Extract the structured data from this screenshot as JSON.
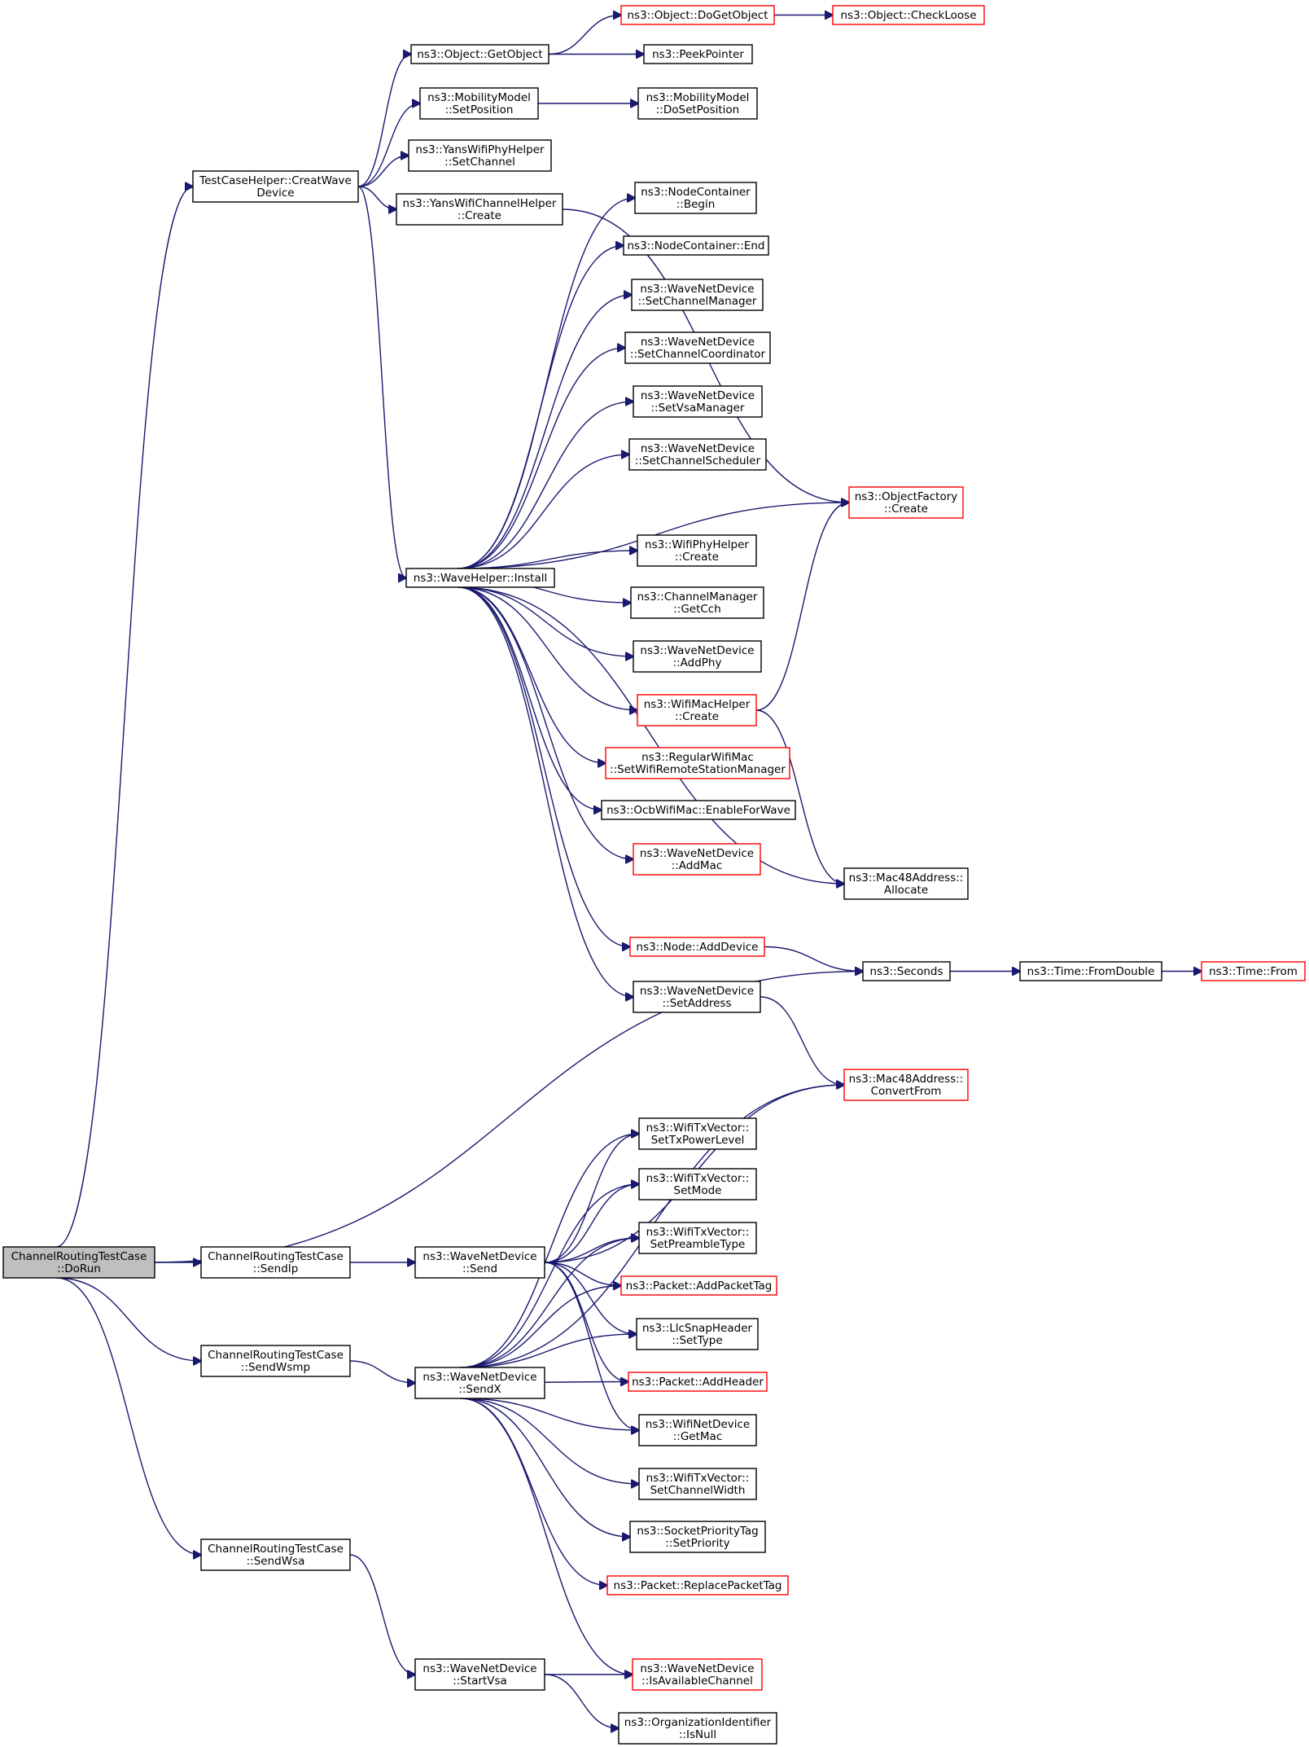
{
  "nodes": [
    {
      "id": "dorun",
      "lines": [
        "ChannelRoutingTestCase",
        "::DoRun"
      ],
      "style": "root"
    },
    {
      "id": "creatwave",
      "lines": [
        "TestCaseHelper::CreatWave",
        "Device"
      ],
      "style": "normal"
    },
    {
      "id": "getobject",
      "lines": [
        "ns3::Object::GetObject"
      ],
      "style": "normal"
    },
    {
      "id": "dogetobject",
      "lines": [
        "ns3::Object::DoGetObject"
      ],
      "style": "red"
    },
    {
      "id": "checkloose",
      "lines": [
        "ns3::Object::CheckLoose"
      ],
      "style": "red"
    },
    {
      "id": "peekpointer",
      "lines": [
        "ns3::PeekPointer"
      ],
      "style": "normal"
    },
    {
      "id": "setposition",
      "lines": [
        "ns3::MobilityModel",
        "::SetPosition"
      ],
      "style": "normal"
    },
    {
      "id": "dosetposition",
      "lines": [
        "ns3::MobilityModel",
        "::DoSetPosition"
      ],
      "style": "normal"
    },
    {
      "id": "yanssetchannel",
      "lines": [
        "ns3::YansWifiPhyHelper",
        "::SetChannel"
      ],
      "style": "normal"
    },
    {
      "id": "yanschannelcreate",
      "lines": [
        "ns3::YansWifiChannelHelper",
        "::Create"
      ],
      "style": "normal"
    },
    {
      "id": "install",
      "lines": [
        "ns3::WaveHelper::Install"
      ],
      "style": "normal"
    },
    {
      "id": "ncbegin",
      "lines": [
        "ns3::NodeContainer",
        "::Begin"
      ],
      "style": "normal"
    },
    {
      "id": "ncend",
      "lines": [
        "ns3::NodeContainer::End"
      ],
      "style": "normal"
    },
    {
      "id": "setchanmgr",
      "lines": [
        "ns3::WaveNetDevice",
        "::SetChannelManager"
      ],
      "style": "normal"
    },
    {
      "id": "setchancoord",
      "lines": [
        "ns3::WaveNetDevice",
        "::SetChannelCoordinator"
      ],
      "style": "normal"
    },
    {
      "id": "setvsamgr",
      "lines": [
        "ns3::WaveNetDevice",
        "::SetVsaManager"
      ],
      "style": "normal"
    },
    {
      "id": "setchansched",
      "lines": [
        "ns3::WaveNetDevice",
        "::SetChannelScheduler"
      ],
      "style": "normal"
    },
    {
      "id": "objfactory",
      "lines": [
        "ns3::ObjectFactory",
        "::Create"
      ],
      "style": "red"
    },
    {
      "id": "wifiphycreate",
      "lines": [
        "ns3::WifiPhyHelper",
        "::Create"
      ],
      "style": "normal"
    },
    {
      "id": "getcch",
      "lines": [
        "ns3::ChannelManager",
        "::GetCch"
      ],
      "style": "normal"
    },
    {
      "id": "addphy",
      "lines": [
        "ns3::WaveNetDevice",
        "::AddPhy"
      ],
      "style": "normal"
    },
    {
      "id": "wifimaccreate",
      "lines": [
        "ns3::WifiMacHelper",
        "::Create"
      ],
      "style": "red"
    },
    {
      "id": "regularwifimac",
      "lines": [
        "ns3::RegularWifiMac",
        "::SetWifiRemoteStationManager"
      ],
      "style": "red"
    },
    {
      "id": "ocbenable",
      "lines": [
        "ns3::OcbWifiMac::EnableForWave"
      ],
      "style": "normal"
    },
    {
      "id": "addmac",
      "lines": [
        "ns3::WaveNetDevice",
        "::AddMac"
      ],
      "style": "red"
    },
    {
      "id": "macallocate",
      "lines": [
        "ns3::Mac48Address::",
        "Allocate"
      ],
      "style": "normal"
    },
    {
      "id": "adddevice",
      "lines": [
        "ns3::Node::AddDevice"
      ],
      "style": "red"
    },
    {
      "id": "seconds",
      "lines": [
        "ns3::Seconds"
      ],
      "style": "normal"
    },
    {
      "id": "fromdouble",
      "lines": [
        "ns3::Time::FromDouble"
      ],
      "style": "normal"
    },
    {
      "id": "timefrom",
      "lines": [
        "ns3::Time::From"
      ],
      "style": "red"
    },
    {
      "id": "setaddress",
      "lines": [
        "ns3::WaveNetDevice",
        "::SetAddress"
      ],
      "style": "normal"
    },
    {
      "id": "convertfrom",
      "lines": [
        "ns3::Mac48Address::",
        "ConvertFrom"
      ],
      "style": "red"
    },
    {
      "id": "settxpower",
      "lines": [
        "ns3::WifiTxVector::",
        "SetTxPowerLevel"
      ],
      "style": "normal"
    },
    {
      "id": "setmode",
      "lines": [
        "ns3::WifiTxVector::",
        "SetMode"
      ],
      "style": "normal"
    },
    {
      "id": "setpreamble",
      "lines": [
        "ns3::WifiTxVector::",
        "SetPreambleType"
      ],
      "style": "normal"
    },
    {
      "id": "addpackettag",
      "lines": [
        "ns3::Packet::AddPacketTag"
      ],
      "style": "red"
    },
    {
      "id": "llcsettype",
      "lines": [
        "ns3::LlcSnapHeader",
        "::SetType"
      ],
      "style": "normal"
    },
    {
      "id": "addheader",
      "lines": [
        "ns3::Packet::AddHeader"
      ],
      "style": "red"
    },
    {
      "id": "getmac",
      "lines": [
        "ns3::WifiNetDevice",
        "::GetMac"
      ],
      "style": "normal"
    },
    {
      "id": "setchanwidth",
      "lines": [
        "ns3::WifiTxVector::",
        "SetChannelWidth"
      ],
      "style": "normal"
    },
    {
      "id": "setpriority",
      "lines": [
        "ns3::SocketPriorityTag",
        "::SetPriority"
      ],
      "style": "normal"
    },
    {
      "id": "replacetag",
      "lines": [
        "ns3::Packet::ReplacePacketTag"
      ],
      "style": "red"
    },
    {
      "id": "isavailable",
      "lines": [
        "ns3::WaveNetDevice",
        "::IsAvailableChannel"
      ],
      "style": "red"
    },
    {
      "id": "isnull",
      "lines": [
        "ns3::OrganizationIdentifier",
        "::IsNull"
      ],
      "style": "normal"
    },
    {
      "id": "sendip",
      "lines": [
        "ChannelRoutingTestCase",
        "::SendIp"
      ],
      "style": "normal"
    },
    {
      "id": "sendwsmp",
      "lines": [
        "ChannelRoutingTestCase",
        "::SendWsmp"
      ],
      "style": "normal"
    },
    {
      "id": "sendwsa",
      "lines": [
        "ChannelRoutingTestCase",
        "::SendWsa"
      ],
      "style": "normal"
    },
    {
      "id": "send",
      "lines": [
        "ns3::WaveNetDevice",
        "::Send"
      ],
      "style": "normal"
    },
    {
      "id": "sendx",
      "lines": [
        "ns3::WaveNetDevice",
        "::SendX"
      ],
      "style": "normal"
    },
    {
      "id": "startvsa",
      "lines": [
        "ns3::WaveNetDevice",
        "::StartVsa"
      ],
      "style": "normal"
    }
  ],
  "edges": [
    [
      "dorun",
      "creatwave"
    ],
    [
      "dorun",
      "seconds"
    ],
    [
      "dorun",
      "sendip"
    ],
    [
      "dorun",
      "sendwsmp"
    ],
    [
      "dorun",
      "sendwsa"
    ],
    [
      "creatwave",
      "getobject"
    ],
    [
      "creatwave",
      "setposition"
    ],
    [
      "creatwave",
      "yanssetchannel"
    ],
    [
      "creatwave",
      "yanschannelcreate"
    ],
    [
      "creatwave",
      "install"
    ],
    [
      "getobject",
      "dogetobject"
    ],
    [
      "getobject",
      "peekpointer"
    ],
    [
      "dogetobject",
      "checkloose"
    ],
    [
      "setposition",
      "dosetposition"
    ],
    [
      "yanschannelcreate",
      "objfactory"
    ],
    [
      "install",
      "ncbegin"
    ],
    [
      "install",
      "ncend"
    ],
    [
      "install",
      "setchanmgr"
    ],
    [
      "install",
      "setchancoord"
    ],
    [
      "install",
      "setvsamgr"
    ],
    [
      "install",
      "setchansched"
    ],
    [
      "install",
      "objfactory"
    ],
    [
      "install",
      "wifiphycreate"
    ],
    [
      "install",
      "getcch"
    ],
    [
      "install",
      "addphy"
    ],
    [
      "install",
      "wifimaccreate"
    ],
    [
      "install",
      "regularwifimac"
    ],
    [
      "install",
      "ocbenable"
    ],
    [
      "install",
      "addmac"
    ],
    [
      "install",
      "macallocate"
    ],
    [
      "install",
      "adddevice"
    ],
    [
      "install",
      "setaddress"
    ],
    [
      "wifimaccreate",
      "objfactory"
    ],
    [
      "wifimaccreate",
      "macallocate"
    ],
    [
      "adddevice",
      "seconds"
    ],
    [
      "seconds",
      "fromdouble"
    ],
    [
      "fromdouble",
      "timefrom"
    ],
    [
      "setaddress",
      "convertfrom"
    ],
    [
      "sendip",
      "send"
    ],
    [
      "sendwsmp",
      "sendx"
    ],
    [
      "sendwsa",
      "startvsa"
    ],
    [
      "send",
      "convertfrom"
    ],
    [
      "send",
      "settxpower"
    ],
    [
      "send",
      "setmode"
    ],
    [
      "send",
      "setpreamble"
    ],
    [
      "send",
      "addpackettag"
    ],
    [
      "send",
      "llcsettype"
    ],
    [
      "send",
      "addheader"
    ],
    [
      "send",
      "getmac"
    ],
    [
      "sendx",
      "settxpower"
    ],
    [
      "sendx",
      "setmode"
    ],
    [
      "sendx",
      "setpreamble"
    ],
    [
      "sendx",
      "addpackettag"
    ],
    [
      "sendx",
      "llcsettype"
    ],
    [
      "sendx",
      "addheader"
    ],
    [
      "sendx",
      "getmac"
    ],
    [
      "sendx",
      "setchanwidth"
    ],
    [
      "sendx",
      "setpriority"
    ],
    [
      "sendx",
      "replacetag"
    ],
    [
      "sendx",
      "convertfrom"
    ],
    [
      "sendx",
      "isavailable"
    ],
    [
      "startvsa",
      "isavailable"
    ],
    [
      "startvsa",
      "isnull"
    ]
  ],
  "colors": {
    "edge": "#191970",
    "red_border": "#ff0000",
    "root_fill": "#bfbfbf"
  }
}
